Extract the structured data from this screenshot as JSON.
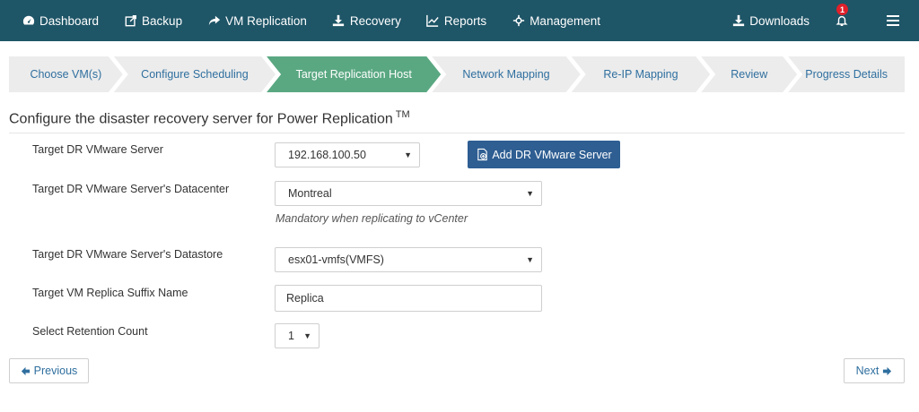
{
  "nav": {
    "items": [
      {
        "label": "Dashboard",
        "icon": "dashboard-icon"
      },
      {
        "label": "Backup",
        "icon": "backup-icon"
      },
      {
        "label": "VM Replication",
        "icon": "replication-icon"
      },
      {
        "label": "Recovery",
        "icon": "recovery-icon"
      },
      {
        "label": "Reports",
        "icon": "reports-icon"
      },
      {
        "label": "Management",
        "icon": "management-icon"
      }
    ],
    "downloads_label": "Downloads",
    "notification_count": "1",
    "color": "#1e5567"
  },
  "steps": [
    {
      "label": "Choose VM(s)"
    },
    {
      "label": "Configure Scheduling"
    },
    {
      "label": "Target Replication Host"
    },
    {
      "label": "Network Mapping"
    },
    {
      "label": "Re-IP Mapping"
    },
    {
      "label": "Review"
    },
    {
      "label": "Progress Details"
    }
  ],
  "active_step_color": "#5aa882",
  "heading": {
    "text": "Configure the disaster recovery server for Power Replication",
    "trademark": "TM"
  },
  "form": {
    "server": {
      "label": "Target DR VMware Server",
      "value": "192.168.100.50"
    },
    "add_server_label": "Add DR VMware Server",
    "datacenter": {
      "label": "Target DR VMware Server's Datacenter",
      "value": "Montreal",
      "hint": "Mandatory when replicating to vCenter"
    },
    "datastore": {
      "label": "Target DR VMware Server's Datastore",
      "value": "esx01-vmfs(VMFS)"
    },
    "suffix": {
      "label": "Target VM Replica Suffix Name",
      "value": "Replica"
    },
    "retention": {
      "label": "Select Retention Count",
      "value": "1"
    }
  },
  "footer": {
    "previous_label": "Previous",
    "next_label": "Next"
  }
}
